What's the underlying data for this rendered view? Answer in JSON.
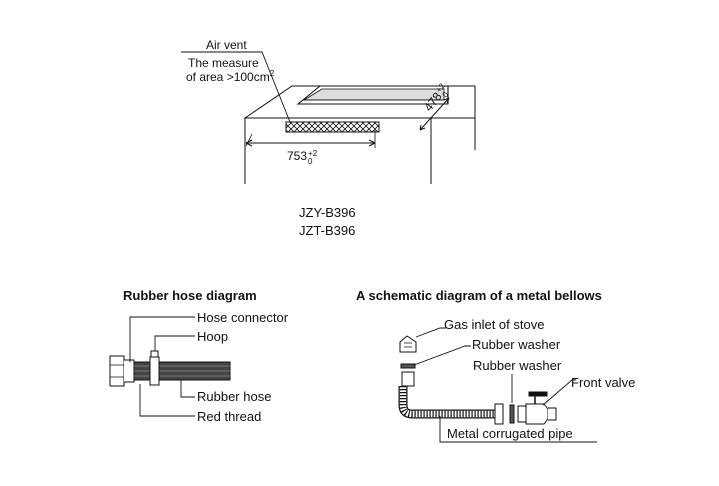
{
  "cutout": {
    "air_vent": "Air vent",
    "measure_line1": "The measure",
    "measure_line2": "of area >100cm",
    "measure_sup": "2",
    "width_value": "753",
    "width_tol_upper": "+2",
    "width_tol_lower": "0",
    "depth_value": "478",
    "depth_tol_upper": "+2",
    "depth_tol_lower": "0"
  },
  "models": {
    "model1": "JZY-B396",
    "model2": "JZT-B396"
  },
  "rubber_hose": {
    "title": "Rubber hose diagram",
    "hose_connector": "Hose connector",
    "hoop": "Hoop",
    "rubber_hose": "Rubber hose",
    "red_thread": "Red thread"
  },
  "metal_bellows": {
    "title": "A schematic diagram of a metal bellows",
    "gas_inlet": "Gas inlet of stove",
    "rubber_washer_1": "Rubber washer",
    "rubber_washer_2": "Rubber washer",
    "front_valve": "Front valve",
    "corrugated_pipe": "Metal corrugated pipe"
  },
  "colors": {
    "line": "#111111",
    "background": "#ffffff"
  }
}
